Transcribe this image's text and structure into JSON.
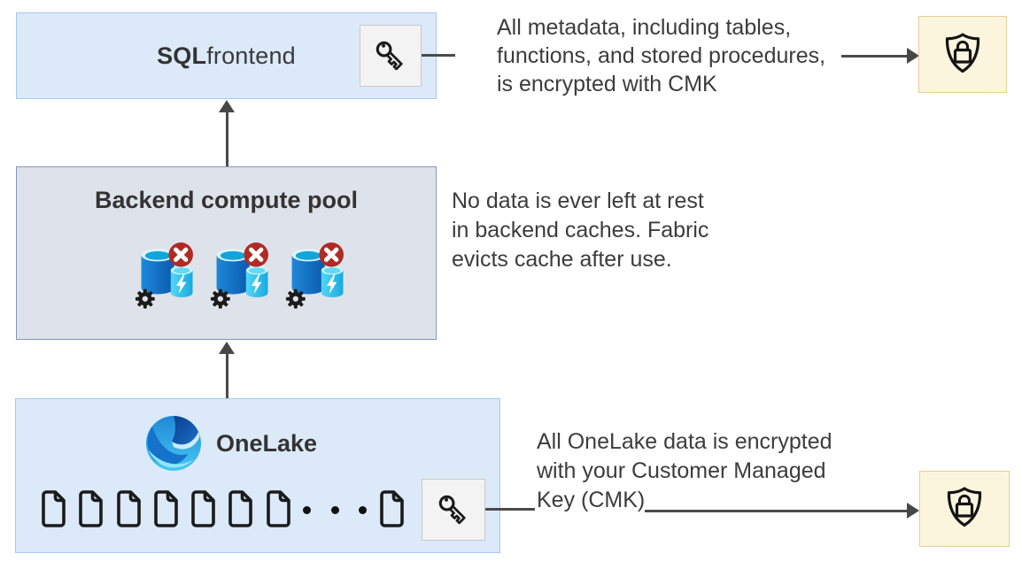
{
  "boxes": {
    "sql_frontend": {
      "label_bold": "SQL",
      "label_rest": " frontend"
    },
    "backend": {
      "title": "Backend compute pool"
    },
    "onelake": {
      "title": "OneLake"
    }
  },
  "notes": {
    "metadata": {
      "line1": "All metadata, including tables,",
      "line2": "functions, and stored procedures,",
      "line3": "is encrypted with CMK"
    },
    "cache": {
      "line1": "No data is ever left at rest",
      "line2": "in backend caches. Fabric",
      "line3": "evicts cache after use."
    },
    "onelake_data": {
      "line1": "All OneLake data is encrypted",
      "line2": "with your Customer Managed",
      "line3": "Key (CMK)"
    }
  },
  "icons": {
    "key": "key-icon",
    "shield_lock": "shield-lock-icon",
    "cache_evicted": "cache-evicted-icon",
    "document": "document-icon",
    "onelake_logo": "onelake-logo"
  },
  "colors": {
    "box_blue_fill": "#dbe9f9",
    "box_blue_border": "#a6c9ec",
    "box_gray_fill": "#dee2ea",
    "box_gray_border": "#8496b8",
    "key_tile_fill": "#f3f3f3",
    "key_tile_border": "#c9c9c9",
    "shield_tile_fill": "#fcf5de",
    "shield_tile_border": "#e6ce96",
    "arrow": "#474747",
    "text": "#3c3c3c",
    "badge_red": "#af2b24",
    "cylinder_dark_blue": "#0b5aae",
    "cylinder_cyan": "#17aadf"
  }
}
